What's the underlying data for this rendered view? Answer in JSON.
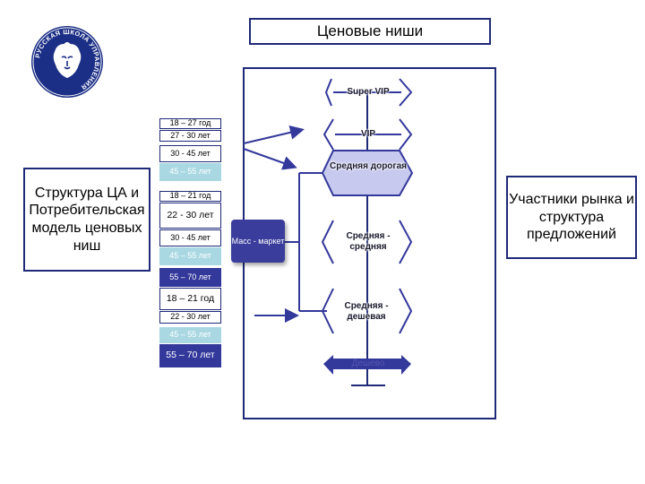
{
  "header": {
    "title": "Ценовые ниши"
  },
  "logo": {
    "text": "РУССКАЯ ШКОЛА УПРАВЛЕНИЯ",
    "colors": {
      "bg": "#1c2f86",
      "ring": "#ffffff",
      "lion": "#ffffff"
    }
  },
  "left_box": {
    "text": "Структура ЦА и Потребительская модель ценовых ниш"
  },
  "right_box": {
    "text": "Участники рынка и структура предложений"
  },
  "age_groups": [
    {
      "label": "18 – 27 год",
      "style": "plain"
    },
    {
      "label": "27 - 30 лет",
      "style": "plain"
    },
    {
      "label": "30 - 45 лет",
      "style": "plain"
    },
    {
      "label": "45 – 55 лет",
      "style": "light"
    },
    {
      "label": "18 – 21 год",
      "style": "plain"
    },
    {
      "label": "22 - 30 лет",
      "style": "plain"
    },
    {
      "label": "30 - 45 лет",
      "style": "plain"
    },
    {
      "label": "45 – 55 лет",
      "style": "light"
    },
    {
      "label": "55 – 70 лет",
      "style": "dark"
    },
    {
      "label": "18 – 21 год",
      "style": "plain"
    },
    {
      "label": "22 - 30 лет",
      "style": "plain"
    },
    {
      "label": "45 – 55 лет",
      "style": "light"
    },
    {
      "label": "55 – 70 лет",
      "style": "dark"
    }
  ],
  "mass_market": {
    "label": "Масс - маркет"
  },
  "segments": [
    {
      "label": "Super VIP"
    },
    {
      "label": "VIP"
    },
    {
      "label": "Средняя дорогая"
    },
    {
      "label": "Средняя - средняя"
    },
    {
      "label": "Средняя - дешевая"
    },
    {
      "label": "Дешево"
    }
  ],
  "colors": {
    "frame": "#1e2a78",
    "accent_dark": "#33389b",
    "accent_light": "#a9d8e2",
    "diamond_fill": "#c7c9ee",
    "white": "#ffffff"
  }
}
